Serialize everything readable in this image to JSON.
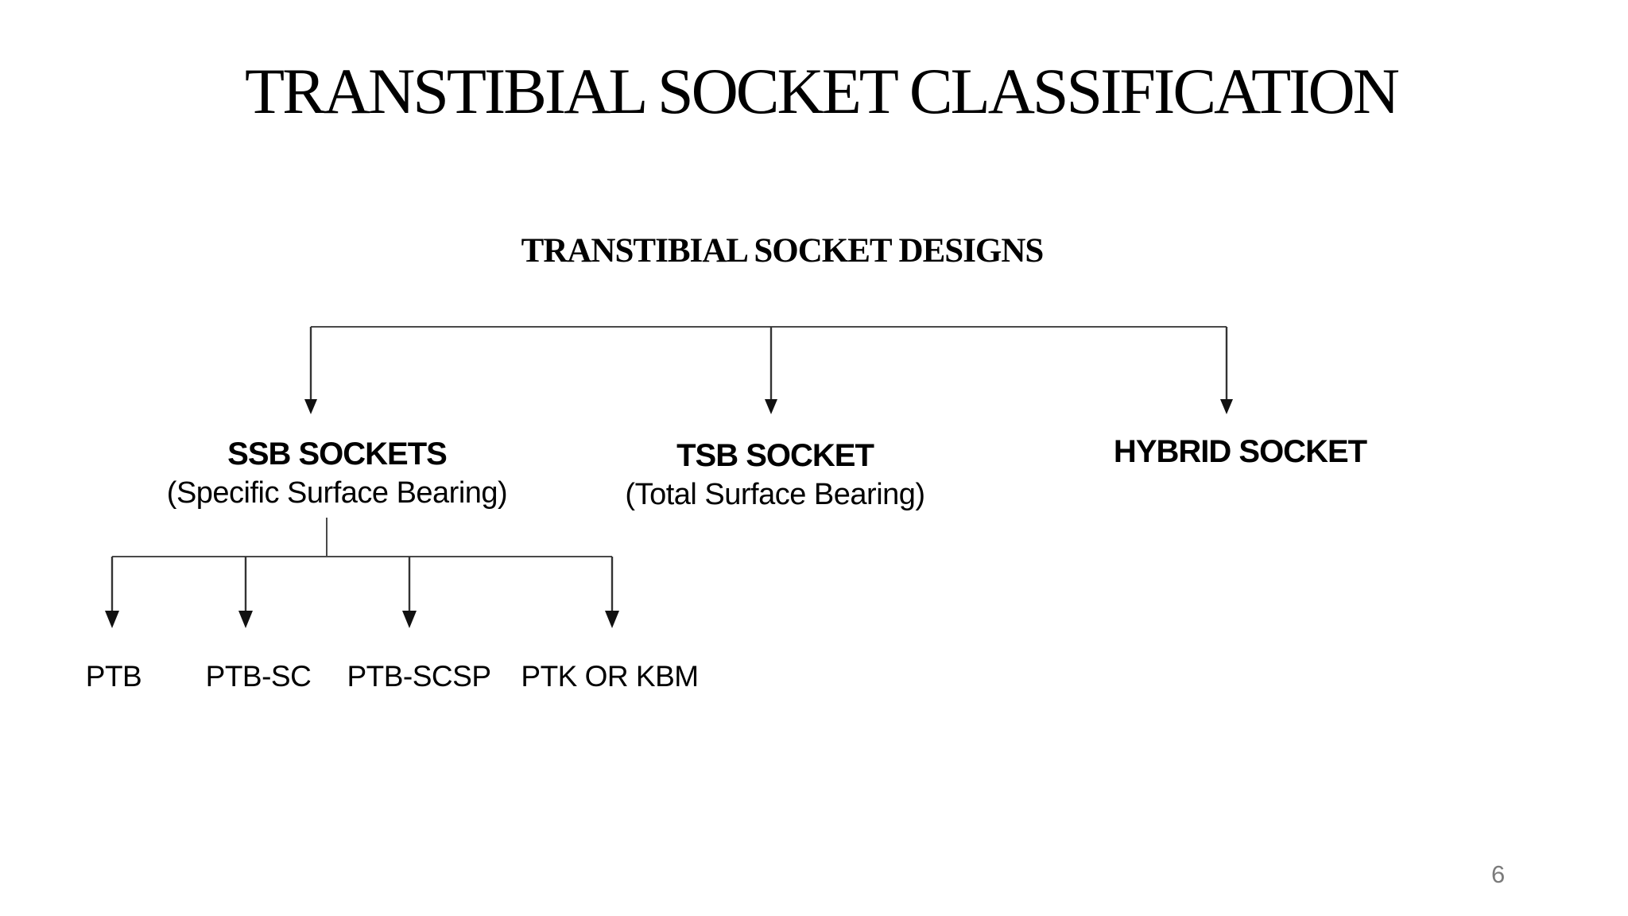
{
  "slide": {
    "title": "TRANSTIBIAL SOCKET CLASSIFICATION",
    "page_number": "6",
    "colors": {
      "background": "#ffffff",
      "text": "#000000",
      "line": "#333333",
      "page_number": "#7b7b7b"
    },
    "diagram": {
      "root_label": "TRANSTIBIAL SOCKET DESIGNS",
      "branches": [
        {
          "label": "SSB SOCKETS",
          "sublabel": "(Specific Surface Bearing)"
        },
        {
          "label": "TSB SOCKET",
          "sublabel": "(Total Surface Bearing)"
        },
        {
          "label": "HYBRID SOCKET",
          "sublabel": ""
        }
      ],
      "ssb_children": [
        "PTB",
        "PTB-SC",
        "PTB-SCSP",
        "PTK OR KBM"
      ]
    }
  }
}
